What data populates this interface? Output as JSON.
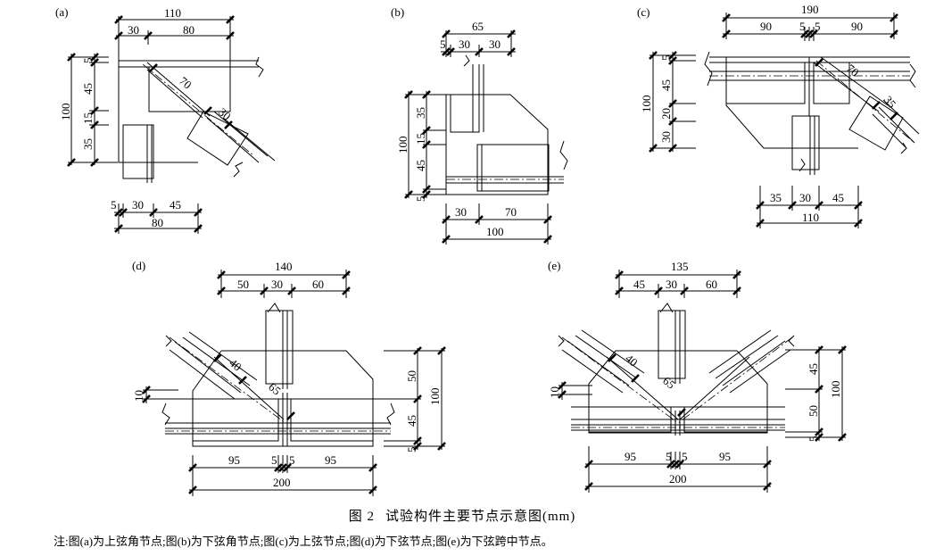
{
  "figure": {
    "number": "图 2",
    "title": "试验构件主要节点示意图(mm)",
    "note": "注:图(a)为上弦角节点;图(b)为下弦角节点;图(c)为上弦节点;图(d)为下弦节点;图(e)为下弦跨中节点。"
  },
  "panels": {
    "a": {
      "label": "(a)",
      "top_total": "110",
      "top_1": "30",
      "top_2": "80",
      "left_total": "100",
      "left_1": "5",
      "left_2": "45",
      "left_3": "15",
      "left_4": "35",
      "diag_1": "70",
      "diag_2": "30",
      "bot_1": "5",
      "bot_2": "30",
      "bot_3": "45",
      "bot_total": "80"
    },
    "b": {
      "label": "(b)",
      "top_total": "65",
      "top_1": "5",
      "top_2": "30",
      "top_3": "30",
      "left_total": "100",
      "left_1": "35",
      "left_2": "15",
      "left_3": "45",
      "left_4": "5",
      "bot_1": "30",
      "bot_2": "70",
      "bot_total": "100"
    },
    "c": {
      "label": "(c)",
      "top_total": "190",
      "top_1": "90",
      "top_2": "5",
      "top_3": "5",
      "top_4": "90",
      "left_total": "100",
      "left_1": "5",
      "left_2": "45",
      "left_3": "20",
      "left_4": "30",
      "diag_1": "70",
      "diag_2": "35",
      "bot_1": "35",
      "bot_2": "30",
      "bot_3": "45",
      "bot_total": "110"
    },
    "d": {
      "label": "(d)",
      "top_total": "140",
      "top_1": "50",
      "top_2": "30",
      "top_3": "60",
      "right_total": "100",
      "right_1": "50",
      "right_2": "45",
      "right_3": "5",
      "left_1": "10",
      "diag_1": "40",
      "diag_2": "65",
      "bot_1": "95",
      "bot_2": "5",
      "bot_3": "5",
      "bot_4": "95",
      "bot_total": "200"
    },
    "e": {
      "label": "(e)",
      "top_total": "135",
      "top_1": "45",
      "top_2": "30",
      "top_3": "60",
      "right_total": "100",
      "right_1": "45",
      "right_2": "50",
      "right_3": "5",
      "left_1": "10",
      "diag_1": "40",
      "diag_2": "65",
      "bot_1": "95",
      "bot_2": "5",
      "bot_3": "5",
      "bot_4": "95",
      "bot_total": "200"
    }
  }
}
